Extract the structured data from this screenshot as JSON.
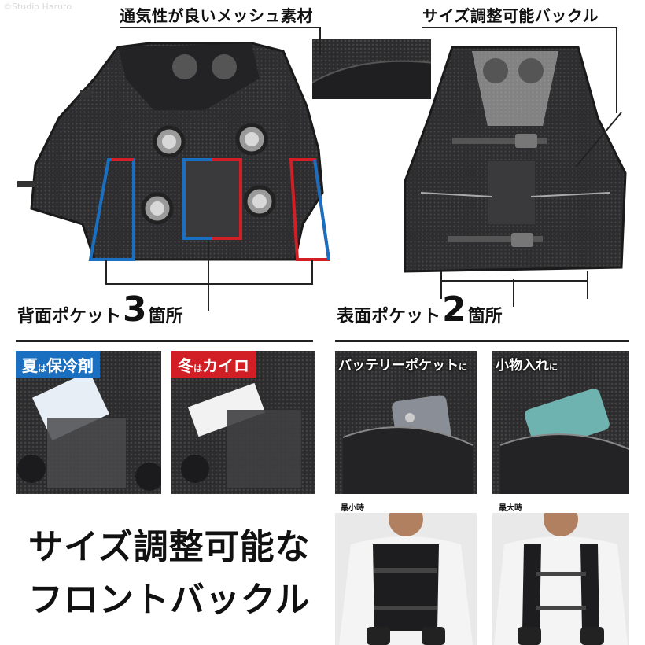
{
  "watermark": "©Studio Haruto",
  "callouts": {
    "mesh": "通気性が良いメッシュ素材",
    "buckle": "サイズ調整可能バックル"
  },
  "back_pockets": {
    "prefix": "背面ポケット",
    "count": "3",
    "suffix": "箇所"
  },
  "front_pockets": {
    "prefix": "表面ポケット",
    "count": "2",
    "suffix": "箇所"
  },
  "panels": {
    "summer": {
      "season": "夏",
      "particle": "は",
      "item": "保冷剤",
      "color": "#1a6fc0"
    },
    "winter": {
      "season": "冬",
      "particle": "は",
      "item": "カイロ",
      "color": "#d21f26"
    },
    "battery": {
      "text": "バッテリーポケット",
      "particle": "に"
    },
    "small_items": {
      "text": "小物入れ",
      "particle": "に"
    }
  },
  "fit": {
    "min_label": "最小時",
    "max_label": "最大時"
  },
  "headline": {
    "line1": "サイズ調整可能な",
    "line2": "フロントバックル"
  },
  "colors": {
    "blue_frame": "#1a6fc0",
    "red_frame": "#d21f26"
  }
}
